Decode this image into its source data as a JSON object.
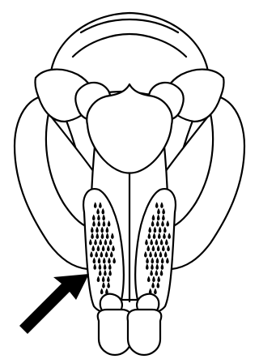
{
  "figure": {
    "kind": "line illustration",
    "colors": {
      "ink": "#000000",
      "paper": "#ffffff"
    },
    "arrow_icon": "black-arrow-pointer",
    "bristle_patch_count": 2
  }
}
